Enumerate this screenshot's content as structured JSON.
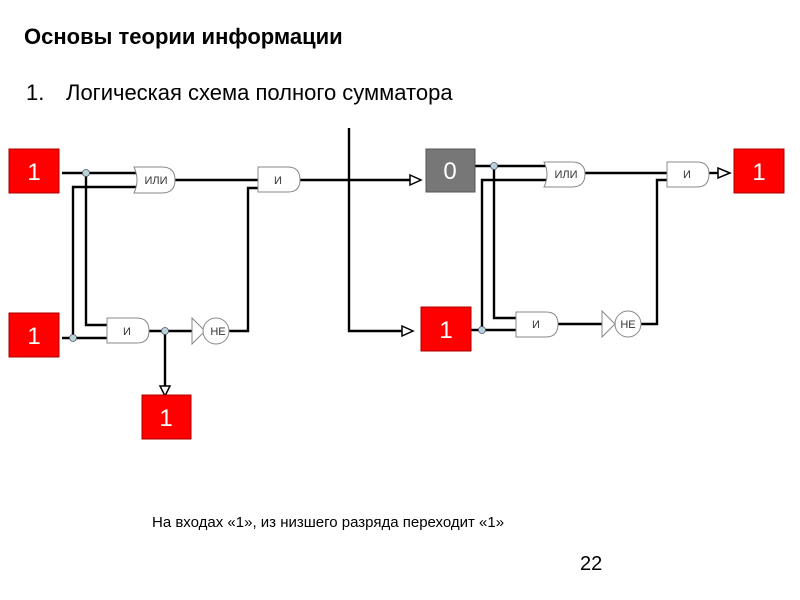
{
  "title": "Основы теории информации",
  "subtitle": {
    "number": "1.",
    "text": "Логическая схема полного сумматора"
  },
  "caption": "На входах «1», из низшего разряда переходит «1»",
  "page_number": "22",
  "colors": {
    "active": "#ff0000",
    "inactive": "#777777"
  },
  "circuit": {
    "left": {
      "input_a": "1",
      "input_b": "1",
      "carry_out": "1",
      "or_gate": "ИЛИ",
      "and_gate": "И",
      "and_gate_bottom": "И",
      "not_gate": "НЕ"
    },
    "right": {
      "input_a": "0",
      "input_b": "1",
      "sum_out": "1",
      "or_gate": "ИЛИ",
      "and_gate": "И",
      "and_gate_bottom": "И",
      "not_gate": "НЕ"
    }
  }
}
